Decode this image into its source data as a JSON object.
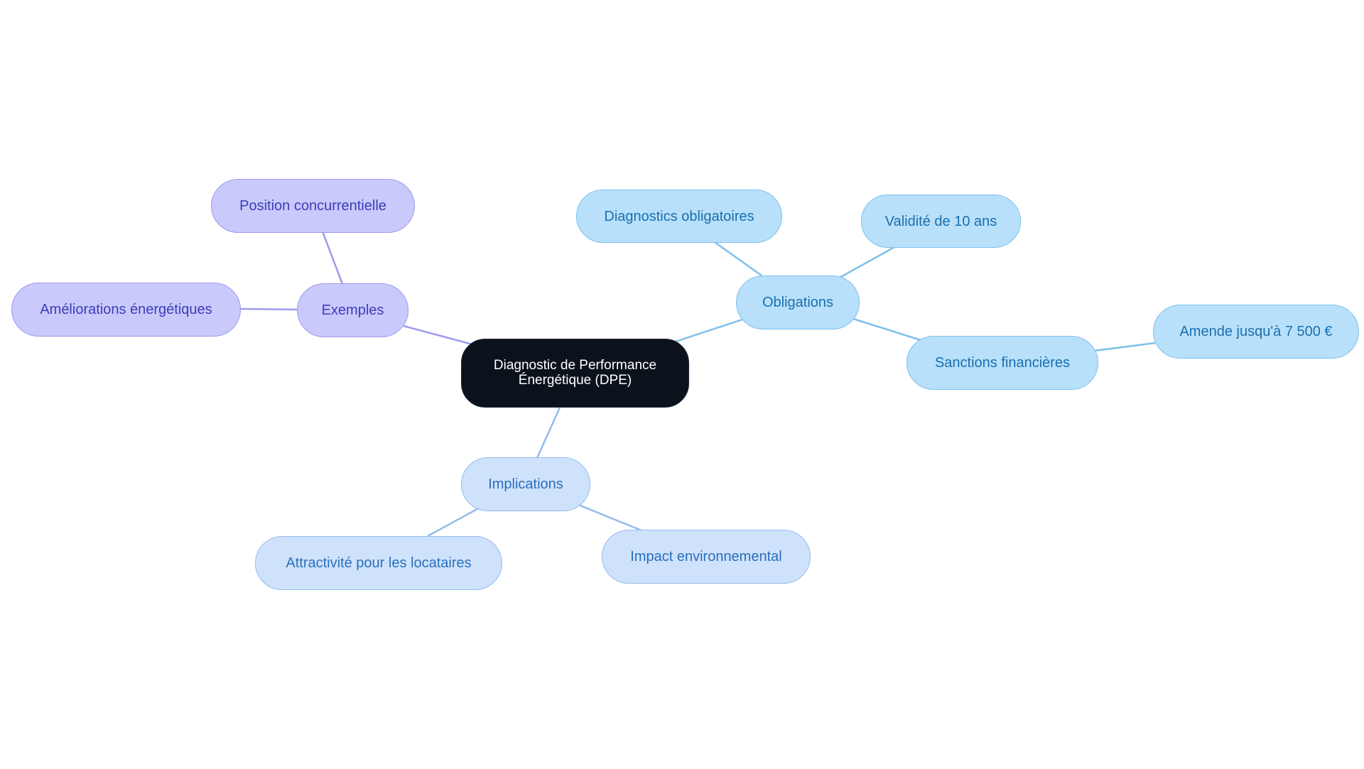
{
  "mindmap": {
    "root": {
      "label": "Diagnostic de Performance Énergétique (DPE)"
    },
    "branches": [
      {
        "label": "Obligations",
        "color": "#7ec0ec",
        "children": [
          {
            "label": "Diagnostics obligatoires"
          },
          {
            "label": "Validité de 10 ans"
          },
          {
            "label": "Sanctions financières",
            "children": [
              {
                "label": "Amende jusqu'à 7 500 €"
              }
            ]
          }
        ]
      },
      {
        "label": "Exemples",
        "color": "#9d9cec",
        "children": [
          {
            "label": "Position concurrentielle"
          },
          {
            "label": "Améliorations énergétiques"
          }
        ]
      },
      {
        "label": "Implications",
        "color": "#93bcec",
        "children": [
          {
            "label": "Attractivité pour les locataires"
          },
          {
            "label": "Impact environnemental"
          }
        ]
      }
    ]
  }
}
